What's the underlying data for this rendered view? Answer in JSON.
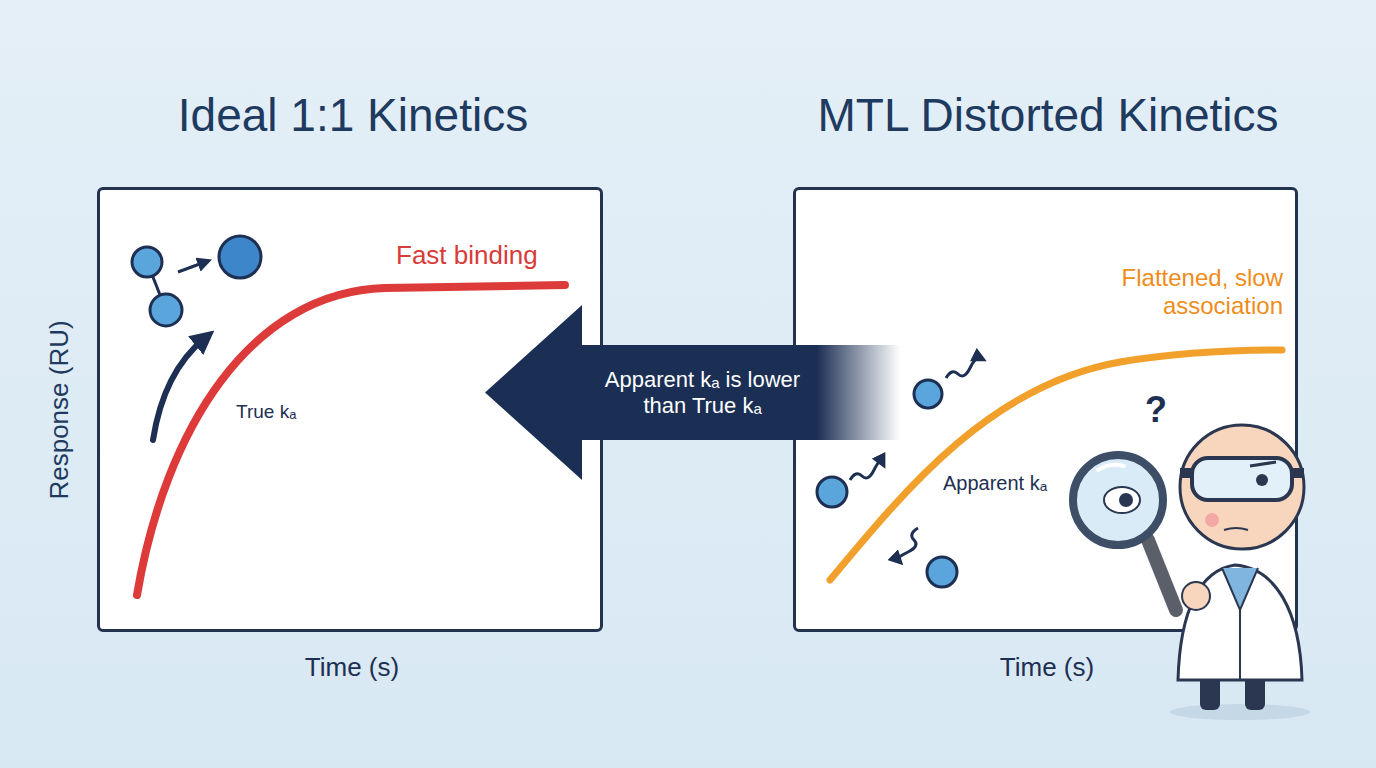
{
  "diagram": {
    "nodes": [
      {
        "text": [
          "Ideal 1:1 Kinetics",
          "Fast binding",
          "True kₐ"
        ]
      },
      {
        "text": [
          "MTL Distorted Kinetics",
          "Flattened, slow association",
          "Apparent kₐ"
        ]
      },
      {
        "text": [
          "Apparent kₐ is lower than True kₐ"
        ]
      }
    ],
    "labels": [
      "Response (RU)",
      "Time (s)",
      "Time (s)",
      "?"
    ]
  }
}
